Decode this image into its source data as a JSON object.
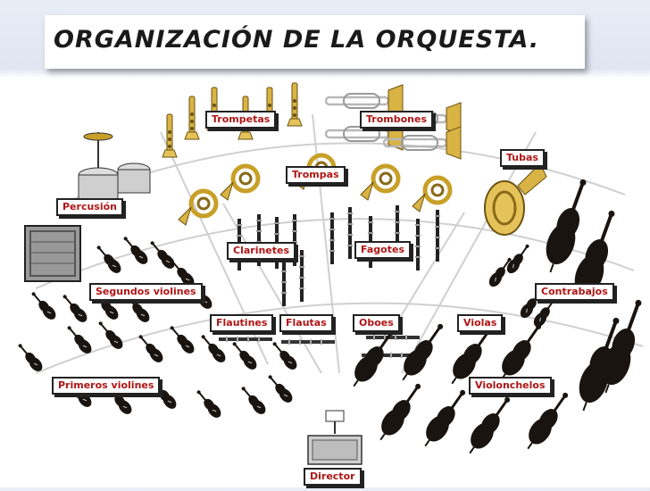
{
  "title": "ORGANIZACIÓN DE LA ORQUESTA.",
  "labels": {
    "trompetas": "Trompetas",
    "trombones": "Trombones",
    "tubas": "Tubas",
    "trompas": "Trompas",
    "percusion": "Percusión",
    "clarinetes": "Clarinetes",
    "fagotes": "Fagotes",
    "contrabajos": "Contrabajos",
    "segundos_violines": "Segundos violines",
    "flautines": "Flautines",
    "flautas": "Flautas",
    "oboes": "Oboes",
    "violas": "Violas",
    "primeros_violines": "Primeros violines",
    "violonchelos": "Violonchelos",
    "director": "Director"
  },
  "colors": {
    "label_text": "#b01515",
    "brass": "#c8a028",
    "string": "#1a1410"
  }
}
